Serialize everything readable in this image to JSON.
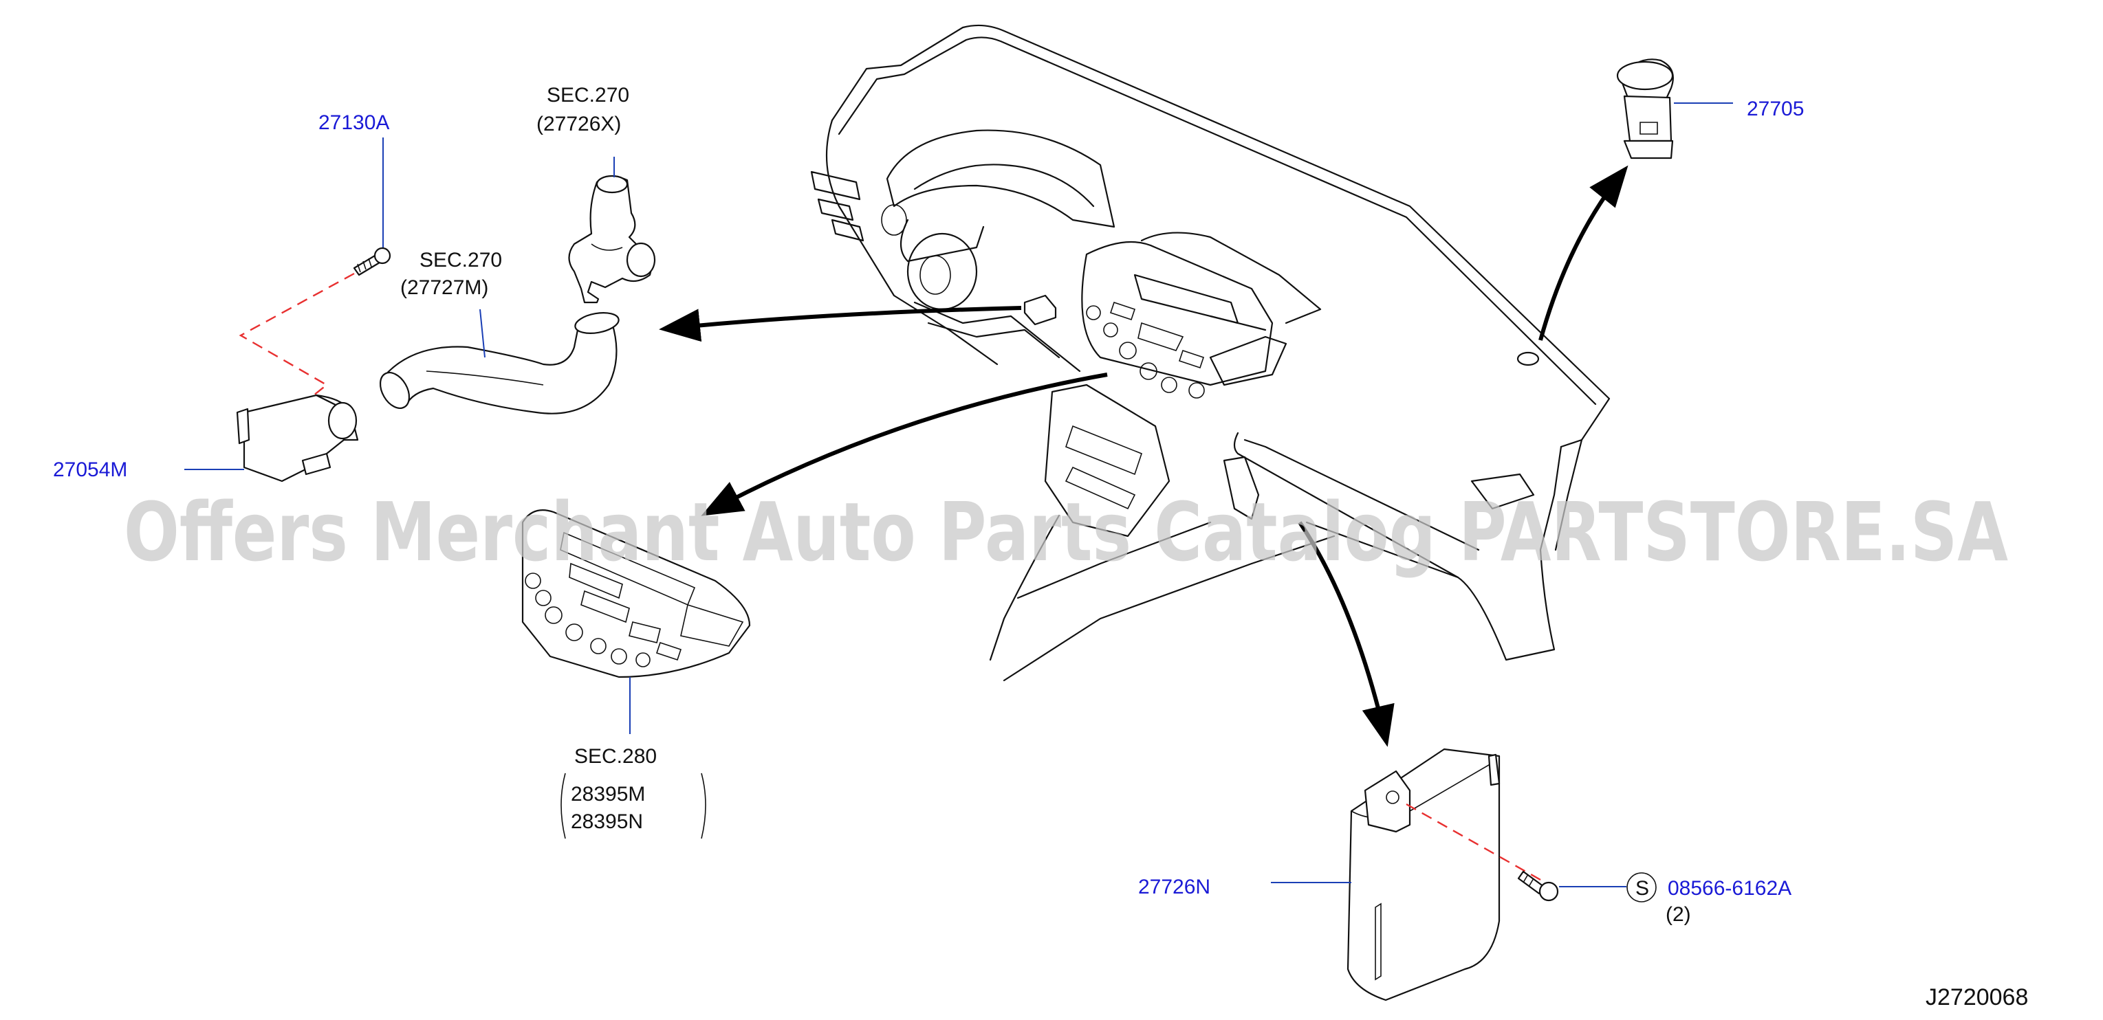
{
  "labels": {
    "p27130A": "27130A",
    "p27054M": "27054M",
    "p27705": "27705",
    "p27726N": "27726N",
    "p08566": "08566-6162A",
    "qty": "(2)",
    "s_symbol": "S",
    "sec270_a": "SEC.270",
    "sec270_a_code": "(27726X)",
    "sec270_b": "SEC.270",
    "sec270_b_code": "(27727M)",
    "sec280": "SEC.280",
    "sec280_code1": "28395M",
    "sec280_code2": "28395N",
    "diagram_code": "J2720068"
  },
  "watermark": "Offers Merchant Auto Parts Catalog PARTSTORE.SA",
  "colors": {
    "part_number": "#1a1ad6",
    "dashed_leader": "#e83030",
    "lines": "#111111",
    "watermark": "#c8c8c8"
  }
}
